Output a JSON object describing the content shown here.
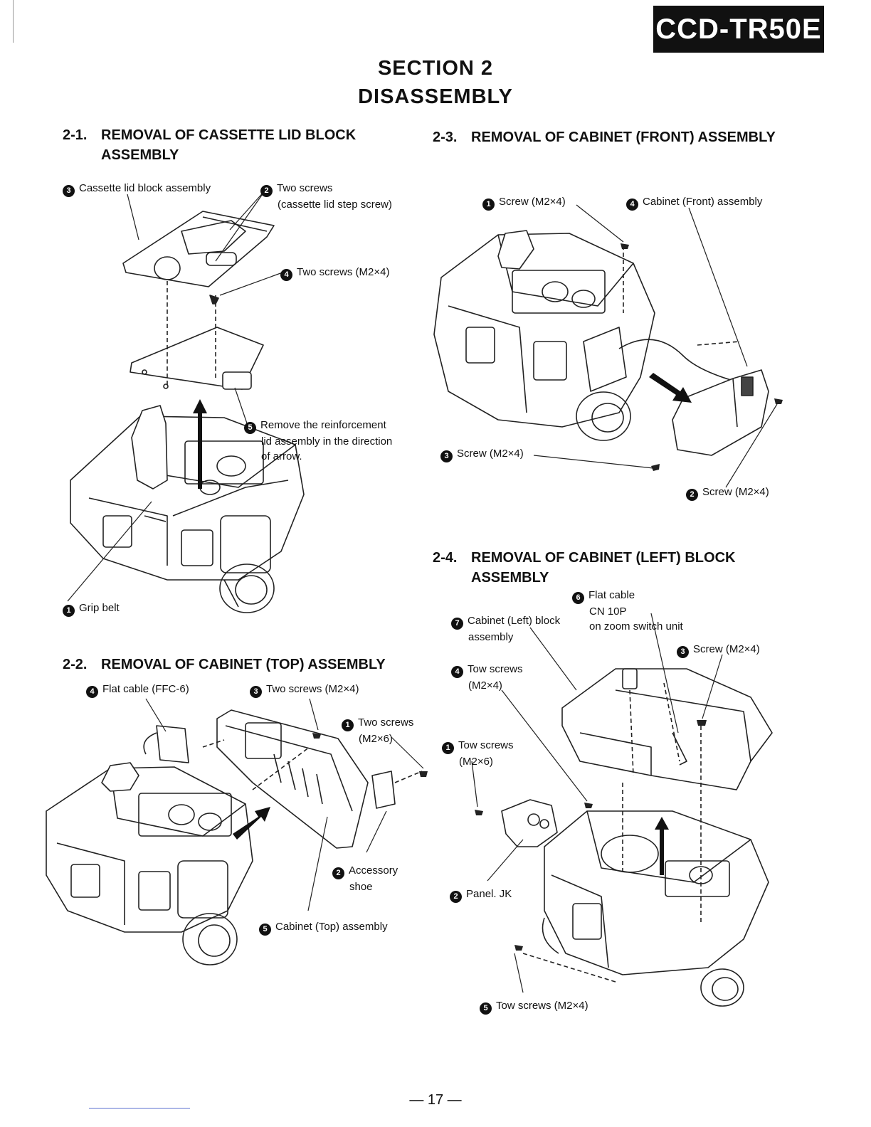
{
  "header": {
    "model": "CCD-TR50E",
    "section": "SECTION  2",
    "title": "DISASSEMBLY"
  },
  "sections": {
    "s21": {
      "num": "2-1.",
      "title_line1": "REMOVAL OF CASSETTE LID BLOCK",
      "title_line2": "ASSEMBLY",
      "labels": {
        "l3": {
          "num": "3",
          "text": "Cassette lid block assembly"
        },
        "l2": {
          "num": "2",
          "text": "Two screws",
          "text2": "(cassette lid step screw)"
        },
        "l4": {
          "num": "4",
          "text": "Two screws (M2×4)"
        },
        "l5": {
          "num": "5",
          "text": "Remove the reinforcement",
          "text2": "lid assembly in the direction",
          "text3": "of arrow."
        },
        "l1": {
          "num": "1",
          "text": "Grip belt"
        }
      }
    },
    "s22": {
      "num": "2-2.",
      "title": "REMOVAL OF CABINET (TOP) ASSEMBLY",
      "labels": {
        "l4": {
          "num": "4",
          "text": "Flat cable (FFC-6)"
        },
        "l3": {
          "num": "3",
          "text": "Two screws (M2×4)"
        },
        "l1": {
          "num": "1",
          "text": "Two screws",
          "text2": "(M2×6)"
        },
        "l2": {
          "num": "2",
          "text": "Accessory",
          "text2": "shoe"
        },
        "l5": {
          "num": "5",
          "text": "Cabinet (Top) assembly"
        }
      }
    },
    "s23": {
      "num": "2-3.",
      "title": "REMOVAL OF CABINET (FRONT) ASSEMBLY",
      "labels": {
        "l1": {
          "num": "1",
          "text": "Screw (M2×4)"
        },
        "l4": {
          "num": "4",
          "text": "Cabinet (Front) assembly"
        },
        "l3": {
          "num": "3",
          "text": "Screw (M2×4)"
        },
        "l2": {
          "num": "2",
          "text": "Screw (M2×4)"
        }
      }
    },
    "s24": {
      "num": "2-4.",
      "title_line1": "REMOVAL OF CABINET (LEFT) BLOCK",
      "title_line2": "ASSEMBLY",
      "labels": {
        "l6": {
          "num": "6",
          "text": "Flat cable",
          "text2": "CN 10P",
          "text3": "on zoom switch unit"
        },
        "l7": {
          "num": "7",
          "text": "Cabinet (Left) block",
          "text2": "assembly"
        },
        "l3": {
          "num": "3",
          "text": "Screw (M2×4)"
        },
        "l4": {
          "num": "4",
          "text": "Tow screws",
          "text2": "(M2×4)"
        },
        "l1": {
          "num": "1",
          "text": "Tow screws",
          "text2": "(M2×6)"
        },
        "l2": {
          "num": "2",
          "text": "Panel. JK"
        },
        "l5": {
          "num": "5",
          "text": "Tow screws (M2×4)"
        }
      }
    }
  },
  "footer": {
    "page": "— 17 —"
  }
}
